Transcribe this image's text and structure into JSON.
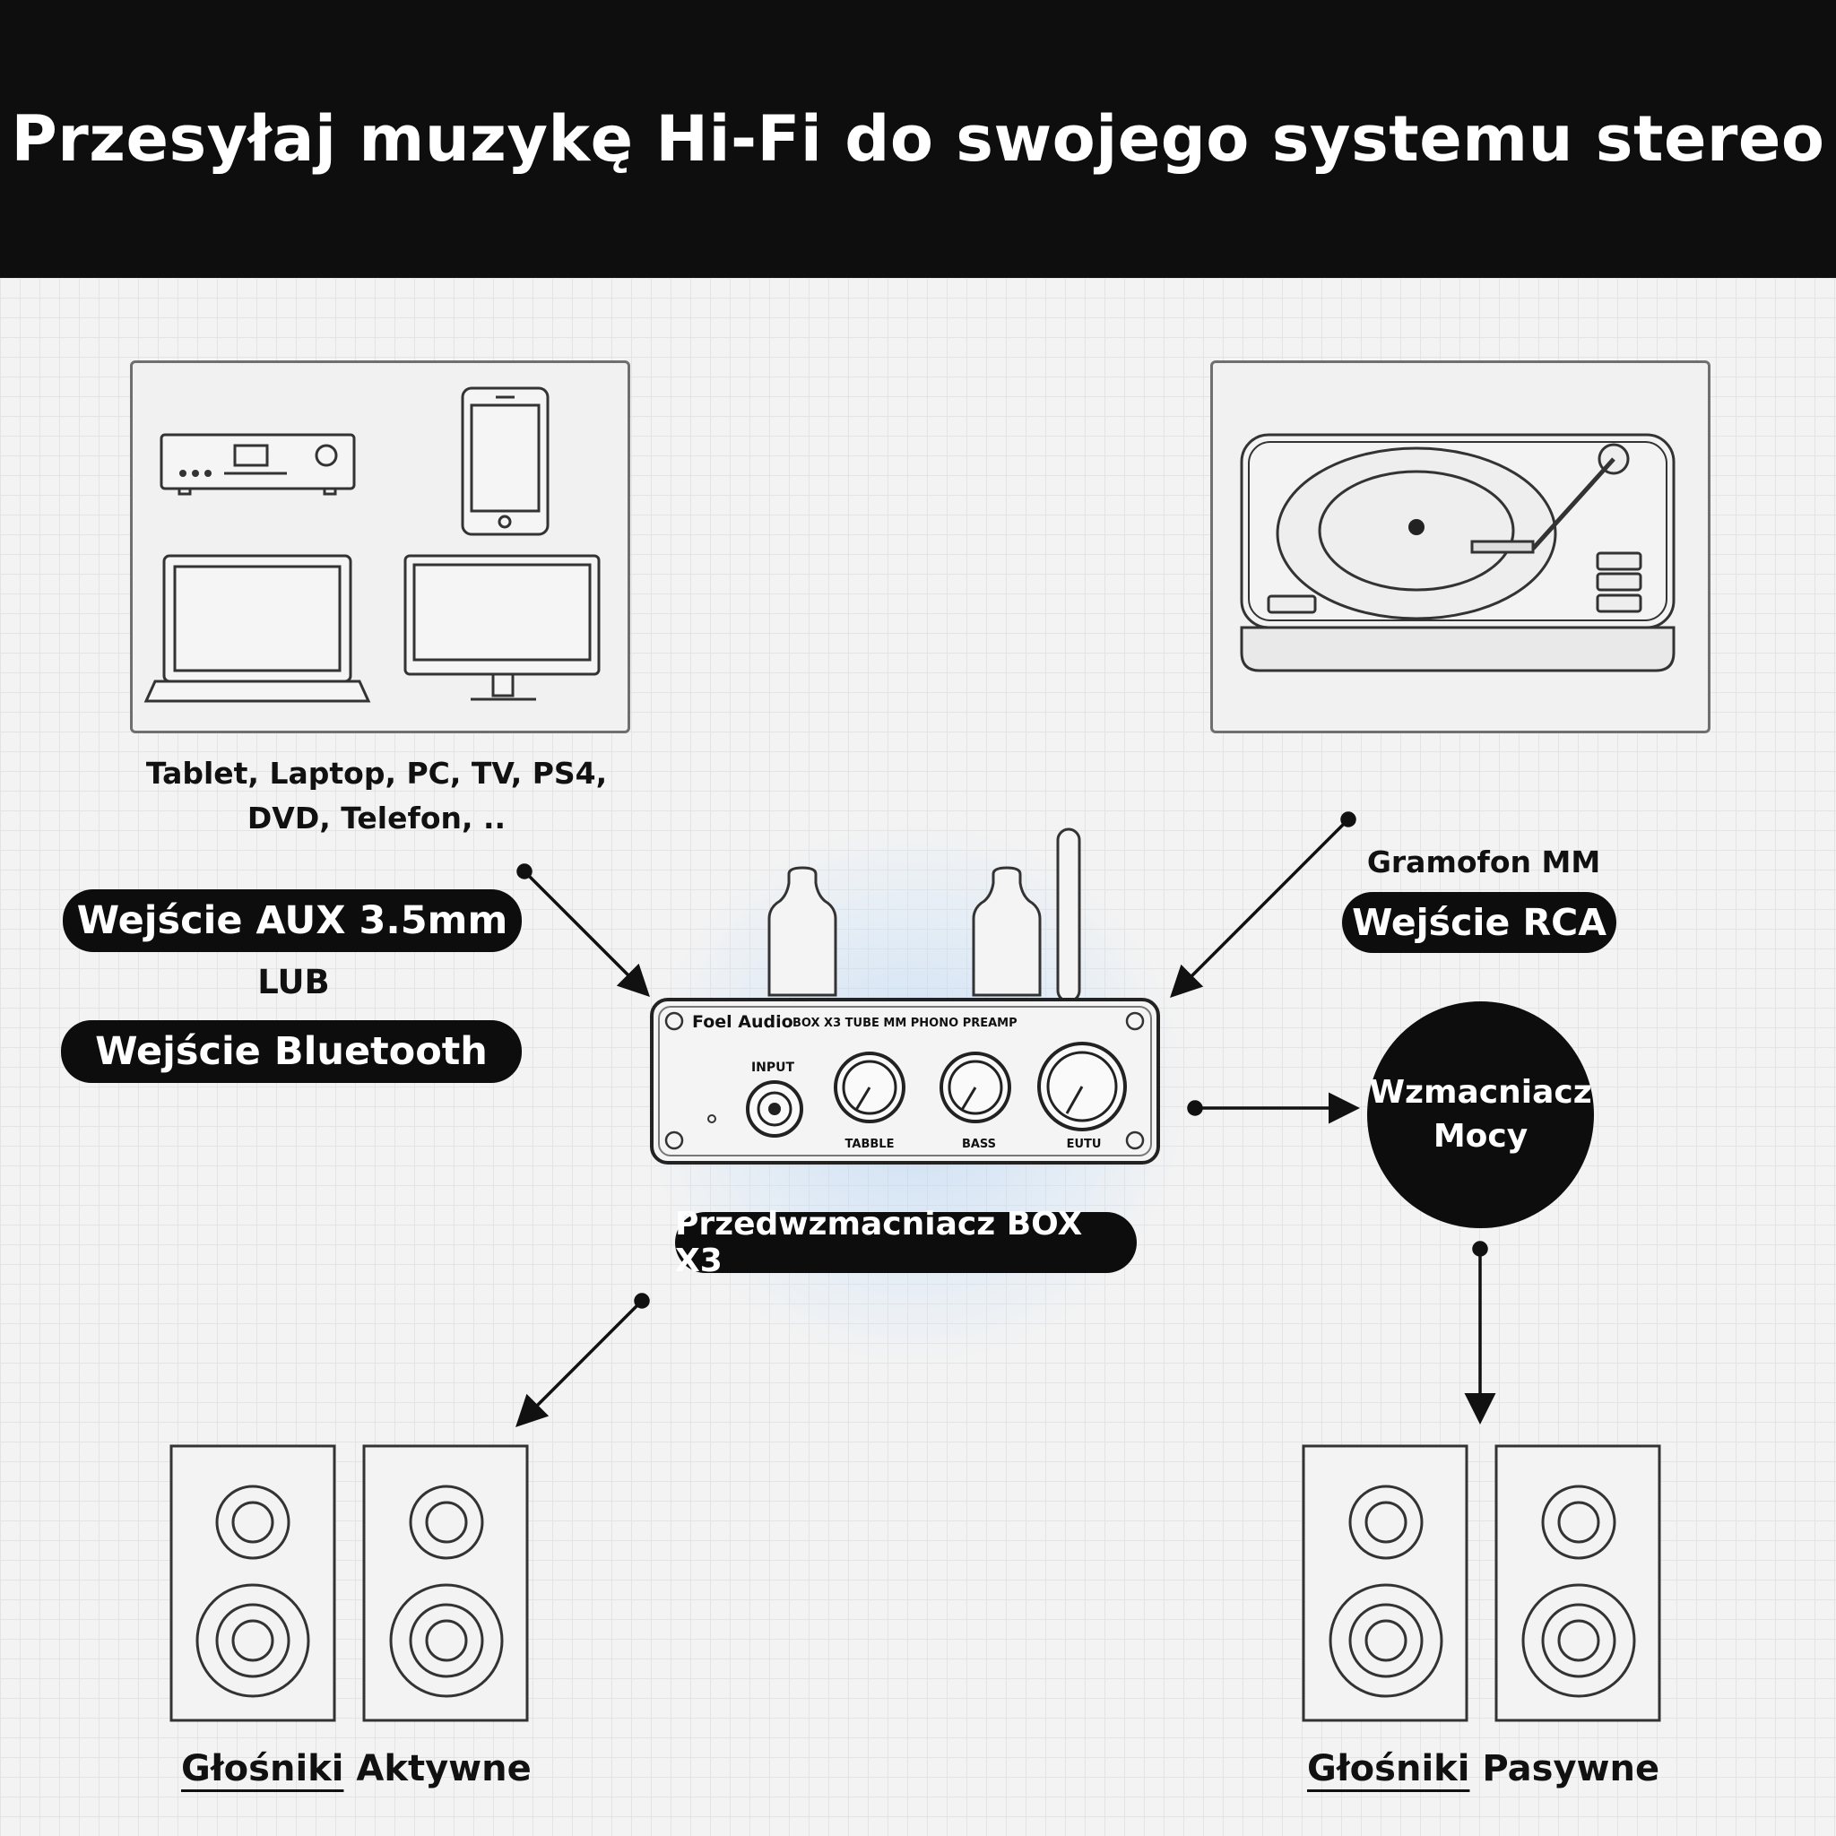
{
  "header": {
    "title": "Przesyłaj muzykę Hi-Fi do swojego systemu stereo"
  },
  "sources": {
    "devices_caption_line1": "Tablet, Laptop, PC, TV, PS4,",
    "devices_caption_line2": "DVD, Telefon, ..",
    "aux_input": "Wejście AUX 3.5mm",
    "or_label": "LUB",
    "bluetooth_input": "Wejście Bluetooth",
    "turntable_caption": "Gramofon MM",
    "rca_input": "Wejście RCA"
  },
  "preamp": {
    "brand": "Foel Audio",
    "model_text": "BOX X3 TUBE MM PHONO PREAMP",
    "input_label": "INPUT",
    "knob1_label": "TABBLE",
    "knob2_label": "BASS",
    "knob3_label": "EUTU",
    "name": "Przedwzmacniacz BOX X3"
  },
  "amplifier": {
    "line1": "Wzmacniacz",
    "line2": "Mocy"
  },
  "speakers": {
    "active_part1": "Głośniki",
    "active_part2": "Aktywne",
    "passive_part1": "Głośniki",
    "passive_part2": "Pasywne"
  }
}
